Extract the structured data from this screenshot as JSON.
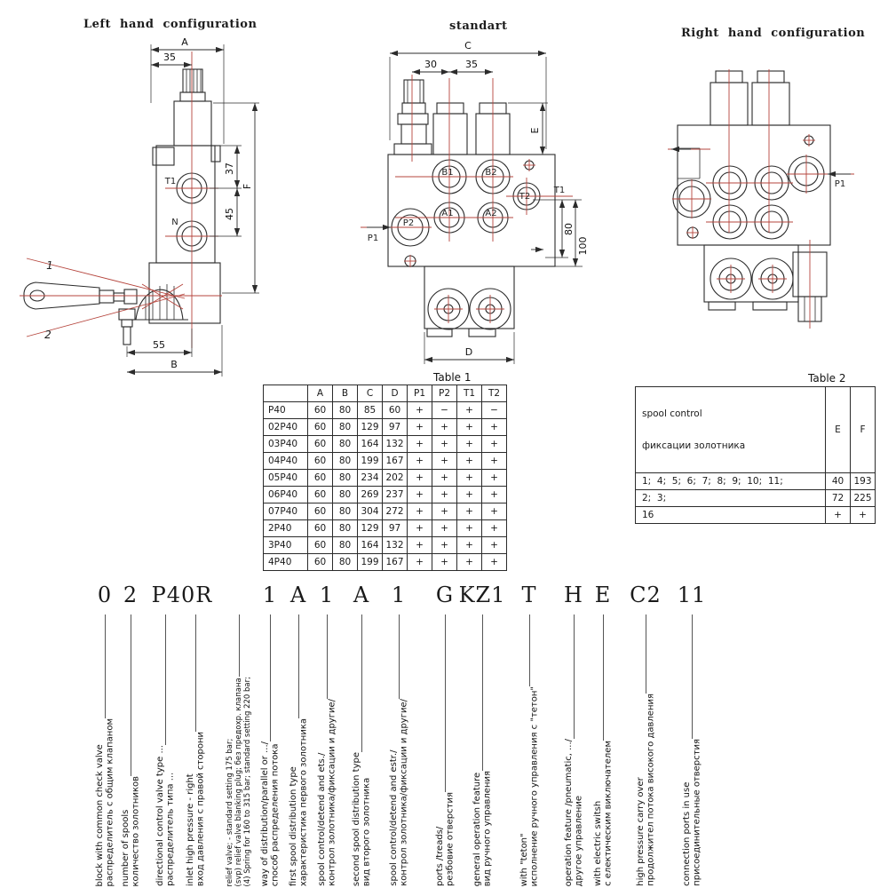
{
  "drawings": {
    "left": {
      "title": "Left hand configuration",
      "dim_a": "A",
      "dim_35": "35",
      "dim_37": "37",
      "dim_45": "45",
      "dim_f": "F",
      "dim_55": "55",
      "dim_b": "B",
      "port_t1": "T1",
      "port_n": "N",
      "pos_1": "1",
      "pos_2": "2"
    },
    "standart": {
      "title": "standart",
      "dim_c": "C",
      "dim_30": "30",
      "dim_35": "35",
      "dim_e": "E",
      "dim_80": "80",
      "dim_100": "100",
      "dim_d": "D",
      "port_b1": "B1",
      "port_b2": "B2",
      "port_t2": "T2",
      "port_t1": "T1",
      "port_a1": "A1",
      "port_a2": "A2",
      "port_p2": "P2",
      "port_p1": "P1"
    },
    "right": {
      "title": "Right hand configuration",
      "port_p1": "P1"
    }
  },
  "table1": {
    "caption": "Table 1",
    "headers": [
      "",
      "A",
      "B",
      "C",
      "D",
      "P1",
      "P2",
      "T1",
      "T2"
    ],
    "rows": [
      [
        "P40",
        "60",
        "80",
        "85",
        "60",
        "+",
        "−",
        "+",
        "−"
      ],
      [
        "02P40",
        "60",
        "80",
        "129",
        "97",
        "+",
        "+",
        "+",
        "+"
      ],
      [
        "03P40",
        "60",
        "80",
        "164",
        "132",
        "+",
        "+",
        "+",
        "+"
      ],
      [
        "04P40",
        "60",
        "80",
        "199",
        "167",
        "+",
        "+",
        "+",
        "+"
      ],
      [
        "05P40",
        "60",
        "80",
        "234",
        "202",
        "+",
        "+",
        "+",
        "+"
      ],
      [
        "06P40",
        "60",
        "80",
        "269",
        "237",
        "+",
        "+",
        "+",
        "+"
      ],
      [
        "07P40",
        "60",
        "80",
        "304",
        "272",
        "+",
        "+",
        "+",
        "+"
      ],
      [
        "2P40",
        "60",
        "80",
        "129",
        "97",
        "+",
        "+",
        "+",
        "+"
      ],
      [
        "3P40",
        "60",
        "80",
        "164",
        "132",
        "+",
        "+",
        "+",
        "+"
      ],
      [
        "4P40",
        "60",
        "80",
        "199",
        "167",
        "+",
        "+",
        "+",
        "+"
      ]
    ]
  },
  "table2": {
    "caption": "Table 2",
    "header_en": "spool control",
    "header_ru": "фиксации золотника",
    "header_e": "E",
    "header_f": "F",
    "rows": [
      [
        "1;  4;  5;  6;  7;  8;  9;  10;  11;",
        "40",
        "193"
      ],
      [
        "2;  3;",
        "72",
        "225"
      ],
      [
        "16",
        "+",
        "+"
      ]
    ]
  },
  "ordering": {
    "code_tokens": [
      "0",
      "2",
      "P40R",
      "1",
      "A",
      "1",
      "A",
      "1",
      "G",
      "KZ1",
      "T",
      "H",
      "E",
      "C2",
      "11"
    ],
    "items": [
      {
        "lines": [
          "block with common check valve",
          "распределитель с общим клапаном"
        ]
      },
      {
        "lines": [
          "number of spools",
          "количество золотников"
        ]
      },
      {
        "lines": [
          "directional control valve type ...",
          "распределитель типа ..."
        ]
      },
      {
        "lines": [
          "inlet high pressure - right",
          "вход давления с правой сторони"
        ]
      },
      {
        "lines": [
          "relief valve; - standard setting 175 bar;",
          "(svp) relief valve blanking plug; без предохр. клапана",
          "(4) Spring for 160 to 315 bar; standard setting 220 bar;"
        ]
      },
      {
        "lines": [
          "way of distribution/parallel or .../",
          "способ распределения потока"
        ]
      },
      {
        "lines": [
          "first spool distribution type",
          "характеристика первого золотника"
        ]
      },
      {
        "lines": [
          "spool control/detend and ets./",
          "контрол золотника/фиксации и другие/"
        ]
      },
      {
        "lines": [
          "second spool distribution type",
          "вид второго золотника"
        ]
      },
      {
        "lines": [
          "spool control/detend and estr./",
          "контрол золотника/фиксации и другие/"
        ]
      },
      {
        "lines": [
          "ports /treads/",
          "резбовие отверстия"
        ]
      },
      {
        "lines": [
          "general operation feature",
          "вид ручного управления"
        ]
      },
      {
        "lines": [
          "with \"teton\"",
          "исполнение ручного управления с \"тетон\""
        ]
      },
      {
        "lines": [
          "operation feature /pneumatic, .../",
          "другое управление"
        ]
      },
      {
        "lines": [
          "with electric switsh",
          "с електическим виключателем"
        ]
      },
      {
        "lines": [
          "high pressure carry over",
          "продолжител потока високого давления"
        ]
      },
      {
        "lines": [
          "connection ports in use",
          "присоединительные отверстия"
        ]
      }
    ]
  }
}
